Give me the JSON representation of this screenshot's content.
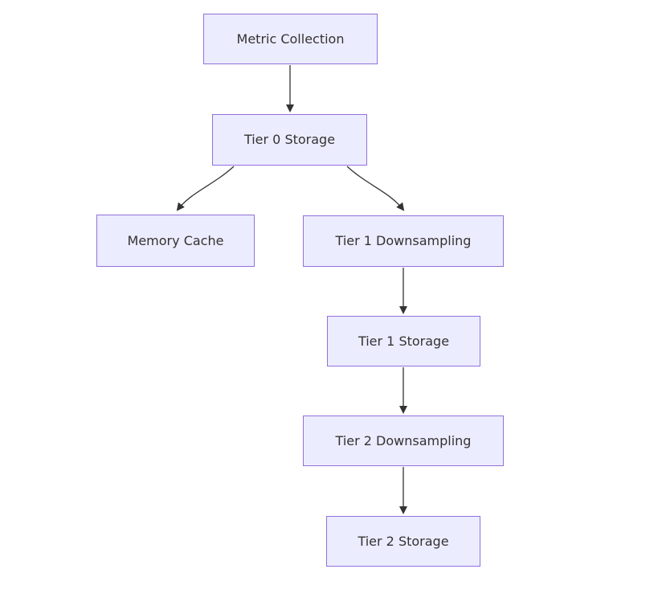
{
  "diagram": {
    "type": "flowchart",
    "direction": "top-down",
    "colors": {
      "node_fill": "#ECECFF",
      "node_border": "#9370DB",
      "node_text": "#333333",
      "edge_stroke": "#333333"
    }
  },
  "nodes": {
    "metric_collection": {
      "label": "Metric Collection"
    },
    "tier0_storage": {
      "label": "Tier 0 Storage"
    },
    "memory_cache": {
      "label": "Memory Cache"
    },
    "tier1_downsampling": {
      "label": "Tier 1 Downsampling"
    },
    "tier1_storage": {
      "label": "Tier 1 Storage"
    },
    "tier2_downsampling": {
      "label": "Tier 2 Downsampling"
    },
    "tier2_storage": {
      "label": "Tier 2 Storage"
    }
  },
  "edges": [
    {
      "from": "Metric Collection",
      "to": "Tier 0 Storage"
    },
    {
      "from": "Tier 0 Storage",
      "to": "Memory Cache"
    },
    {
      "from": "Tier 0 Storage",
      "to": "Tier 1 Downsampling"
    },
    {
      "from": "Tier 1 Downsampling",
      "to": "Tier 1 Storage"
    },
    {
      "from": "Tier 1 Storage",
      "to": "Tier 2 Downsampling"
    },
    {
      "from": "Tier 2 Downsampling",
      "to": "Tier 2 Storage"
    }
  ]
}
